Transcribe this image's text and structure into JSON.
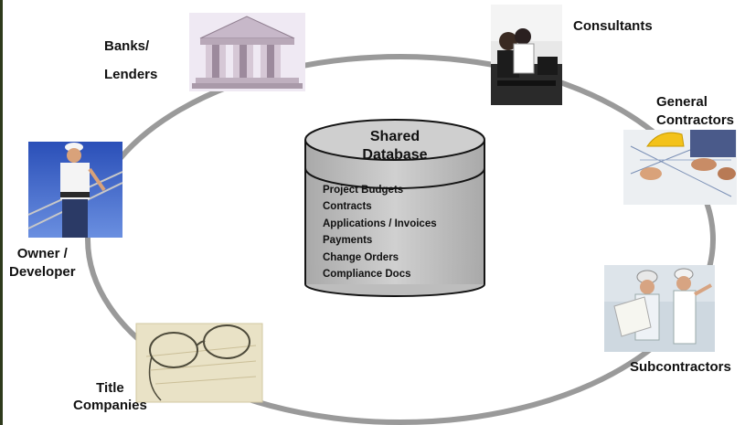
{
  "database": {
    "title_line1": "Shared",
    "title_line2": "Database",
    "items": [
      "Project Budgets",
      "Contracts",
      "Applications / Invoices",
      "Payments",
      "Change Orders",
      "Compliance Docs"
    ]
  },
  "stakeholders": {
    "banks": {
      "line1": "Banks/",
      "line2": "Lenders",
      "image": "bank-building-photo"
    },
    "consultants": {
      "line1": "Consultants",
      "image": "consultants-at-computer-photo"
    },
    "general_contractors": {
      "line1": "General",
      "line2": "Contractors",
      "image": "contractors-with-blueprints-photo"
    },
    "subcontractors": {
      "line1": "Subcontractors",
      "image": "workers-in-hardhats-photo"
    },
    "title_companies": {
      "line1": "Title",
      "line2": "Companies",
      "image": "glasses-on-document-photo"
    },
    "owner": {
      "line1": "Owner /",
      "line2": "Developer",
      "image": "owner-on-site-photo"
    }
  },
  "colors": {
    "ring": "#9a9a9a",
    "cylinder_fill": "#c2c2c2",
    "cylinder_stroke": "#141414"
  }
}
